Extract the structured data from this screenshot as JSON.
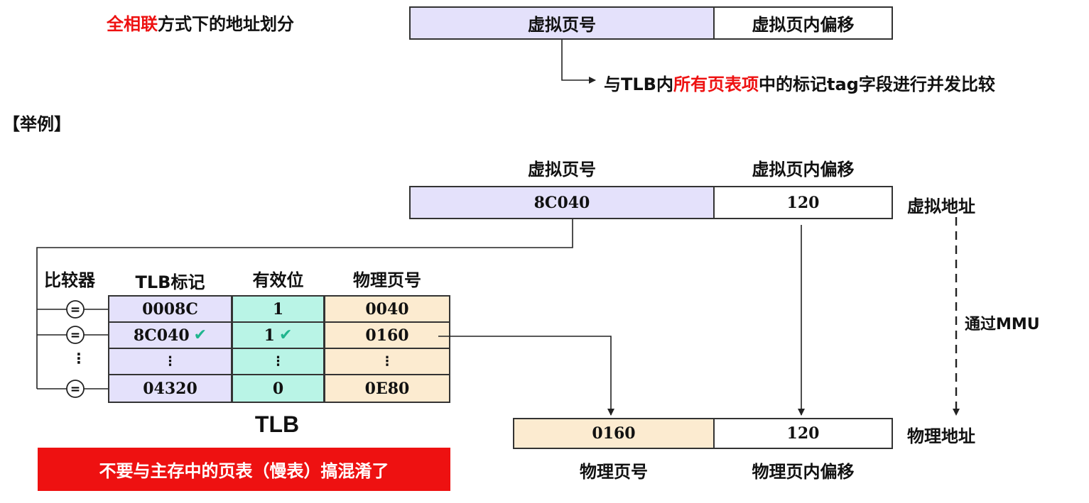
{
  "top": {
    "title_red": "全相联",
    "title_rest": "方式下的地址划分",
    "box_vpn": "虚拟页号",
    "box_offset": "虚拟页内偏移",
    "compare_pre": "与TLB内",
    "compare_red": "所有页表项",
    "compare_post": "中的标记tag字段进行并发比较"
  },
  "example_label": "【举例】",
  "virtual": {
    "vpn_header": "虚拟页号",
    "offset_header": "虚拟页内偏移",
    "vpn_value": "8C040",
    "offset_value": "120",
    "side_label": "虚拟地址"
  },
  "mmu_label": "通过MMU",
  "tlb": {
    "comparator_header": "比较器",
    "col_headers": [
      "TLB标记",
      "有效位",
      "物理页号"
    ],
    "rows": [
      {
        "tag": "0008C",
        "valid": "1",
        "ppn": "0040"
      },
      {
        "tag": "8C040",
        "valid": "1",
        "ppn": "0160"
      },
      {
        "tag": "⋮",
        "valid": "⋮",
        "ppn": "⋮"
      },
      {
        "tag": "04320",
        "valid": "0",
        "ppn": "0E80"
      }
    ],
    "comparator_symbol": "=",
    "vdots": "⋮",
    "check": "✔",
    "caption": "TLB"
  },
  "physical": {
    "ppn_value": "0160",
    "offset_value": "120",
    "side_label": "物理地址",
    "ppn_footer": "物理页号",
    "offset_footer": "物理页内偏移"
  },
  "warning": "不要与主存中的页表（慢表）搞混淆了",
  "colors": {
    "accent_red": "#ee1111",
    "lavender": "#e4e1fb",
    "mint": "#b9f4e6",
    "peach": "#fcebd0",
    "check_green": "#1fb58e",
    "warning_bg": "#ee1111"
  }
}
